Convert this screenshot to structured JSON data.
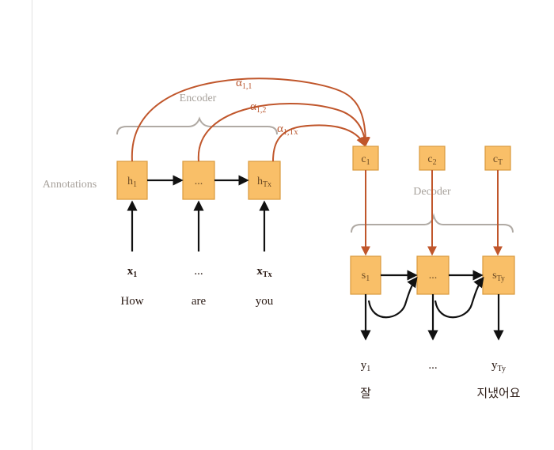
{
  "encoder_label": "Encoder",
  "decoder_label": "Decoder",
  "annotations_label": "Annotations",
  "encoder_nodes": [
    {
      "base": "h",
      "sub": "1"
    },
    {
      "base": "...",
      "sub": ""
    },
    {
      "base": "h",
      "sub": "Tx"
    }
  ],
  "inputs": [
    {
      "base": "x",
      "sub": "1",
      "word": "How"
    },
    {
      "base": "...",
      "sub": "",
      "word": "are"
    },
    {
      "base": "x",
      "sub": "Tx",
      "word": "you"
    }
  ],
  "context_nodes": [
    {
      "base": "c",
      "sub": "1"
    },
    {
      "base": "c",
      "sub": "2"
    },
    {
      "base": "c",
      "sub": "T"
    }
  ],
  "decoder_nodes": [
    {
      "base": "s",
      "sub": "1"
    },
    {
      "base": "...",
      "sub": ""
    },
    {
      "base": "s",
      "sub": "Ty"
    }
  ],
  "outputs": [
    {
      "base": "y",
      "sub": "1",
      "word": "잘"
    },
    {
      "base": "...",
      "sub": "",
      "word": ""
    },
    {
      "base": "y",
      "sub": "Ty",
      "word": "지냈어요"
    }
  ],
  "attention_weights": [
    {
      "base": "α",
      "sub": "1,1"
    },
    {
      "base": "α",
      "sub": "1,2"
    },
    {
      "base": "α",
      "sub": "1,Tx"
    }
  ],
  "colors": {
    "node_fill": "#f9bf68",
    "attention_arrow": "#c0562b",
    "recurrent_arrow": "#111111",
    "brace": "#b0aaa4"
  }
}
